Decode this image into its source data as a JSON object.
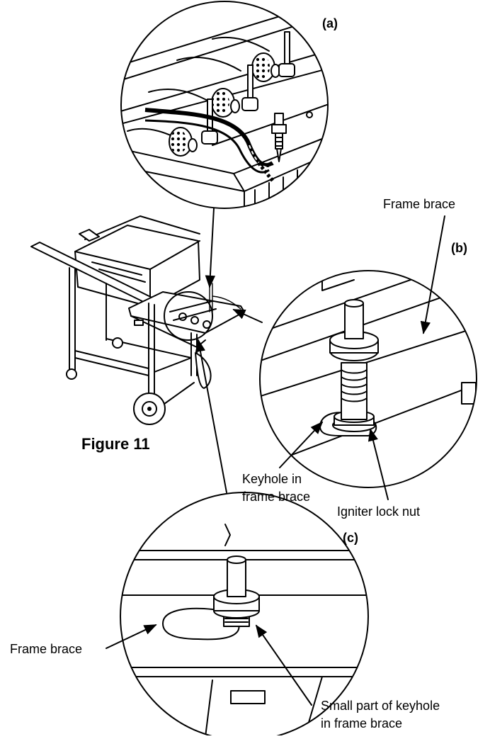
{
  "figure": {
    "caption": "Figure 11"
  },
  "panels": {
    "a": {
      "tag": "(a)"
    },
    "b": {
      "tag": "(b)",
      "label_frame_brace": "Frame brace",
      "label_keyhole_line1": "Keyhole in",
      "label_keyhole_line2": "frame brace",
      "label_lock_nut": "Igniter lock nut"
    },
    "c": {
      "tag": "(c)",
      "label_frame_brace": "Frame brace",
      "label_small_part_line1": "Small part of keyhole",
      "label_small_part_line2": "in frame brace"
    }
  },
  "icons": [
    "igniter-icon",
    "burner-tube-icon",
    "grill-icon",
    "arrow-icon"
  ],
  "colors": {
    "ink": "#000000",
    "paper": "#ffffff"
  }
}
